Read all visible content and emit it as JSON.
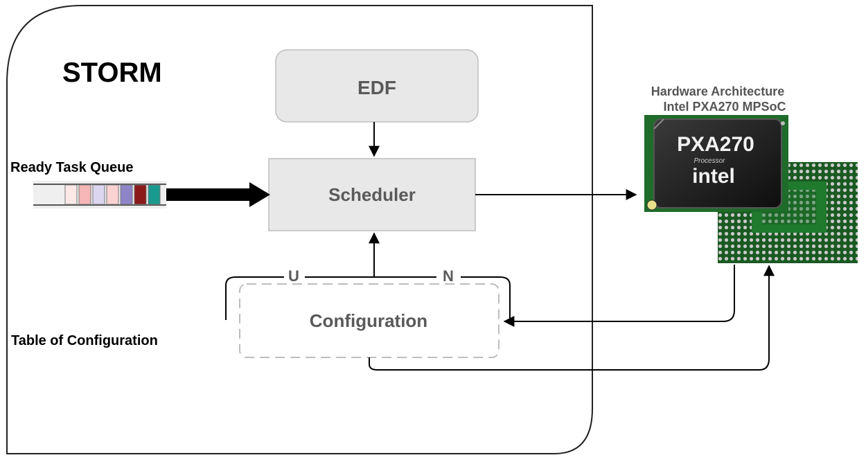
{
  "storm": {
    "title": "STORM"
  },
  "edf": {
    "label": "EDF"
  },
  "scheduler": {
    "label": "Scheduler"
  },
  "configuration": {
    "label": "Configuration"
  },
  "ready_task_queue": {
    "label": "Ready Task Queue",
    "cell_colors": [
      "#fde8e8",
      "#f4b6b6",
      "#dcd6f0",
      "#fbd2d2",
      "#8e84c8",
      "#8b1a1a",
      "#1a9a8e"
    ]
  },
  "table_of_configuration": {
    "label": "Table of Configuration"
  },
  "feedback_labels": {
    "u": "U",
    "n": "N"
  },
  "hardware": {
    "title_line1": "Hardware Architecture",
    "title_line2": "Intel PXA270 MPSoC",
    "chip_model": "PXA270",
    "chip_subtitle": "Processor",
    "chip_brand": "intel"
  },
  "colors": {
    "box_fill": "#e8e8e8",
    "box_stroke": "#bdbdbd",
    "box_text": "#5a5a5a",
    "pcb_green": "#1f6b2a",
    "chip_black": "#1c1c1c"
  }
}
